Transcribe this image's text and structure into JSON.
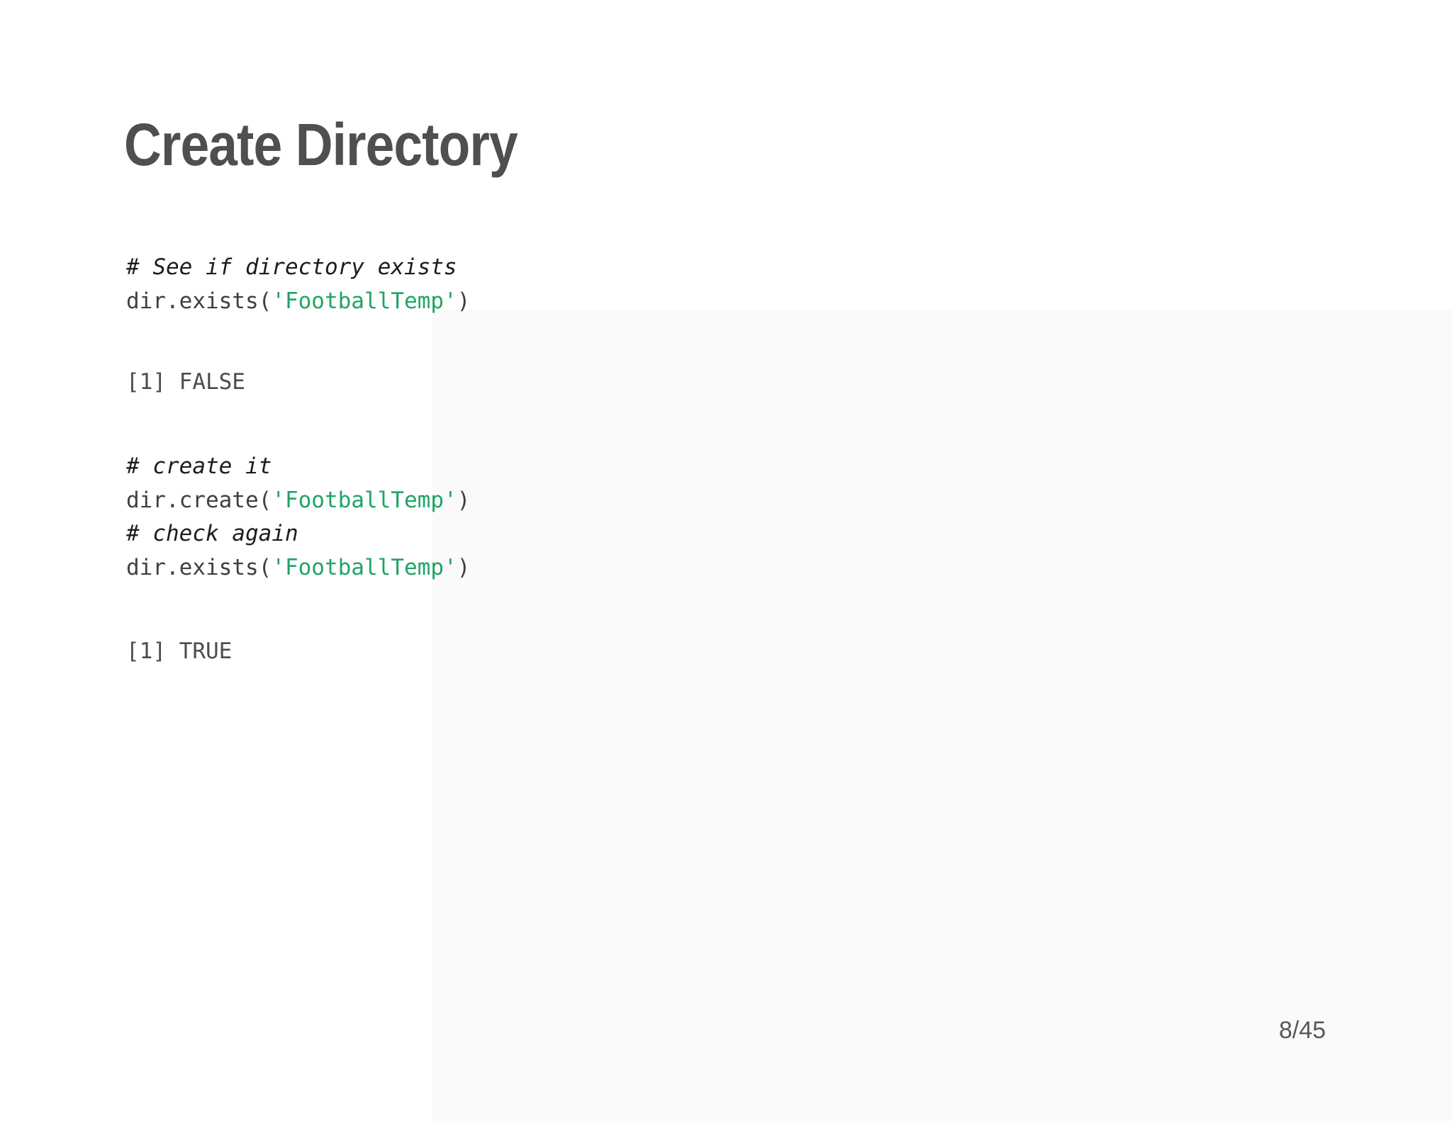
{
  "slide": {
    "title": "Create Directory",
    "page_number": "8/45",
    "code_blocks": [
      {
        "lines": [
          [
            {
              "text": "# See if directory exists",
              "type": "comment"
            }
          ],
          [
            {
              "text": "dir.exists(",
              "type": "code"
            },
            {
              "text": "'FootballTemp'",
              "type": "string"
            },
            {
              "text": ")",
              "type": "code"
            }
          ]
        ]
      },
      {
        "lines": [
          [
            {
              "text": "# create it",
              "type": "comment"
            }
          ],
          [
            {
              "text": "dir.create(",
              "type": "code"
            },
            {
              "text": "'FootballTemp'",
              "type": "string"
            },
            {
              "text": ")",
              "type": "code"
            }
          ],
          [
            {
              "text": "# check again",
              "type": "comment"
            }
          ],
          [
            {
              "text": "dir.exists(",
              "type": "code"
            },
            {
              "text": "'FootballTemp'",
              "type": "string"
            },
            {
              "text": ")",
              "type": "code"
            }
          ]
        ]
      }
    ],
    "outputs": [
      "[1] FALSE",
      "[1] TRUE"
    ]
  },
  "colors": {
    "background": "#ffffff",
    "background_tint": "#fafafa",
    "title": "#4f4f4f",
    "code": "#404040",
    "comment": "#1d1d1d",
    "string": "#20a465",
    "output": "#4d4d4d",
    "page_number": "#55595c"
  }
}
